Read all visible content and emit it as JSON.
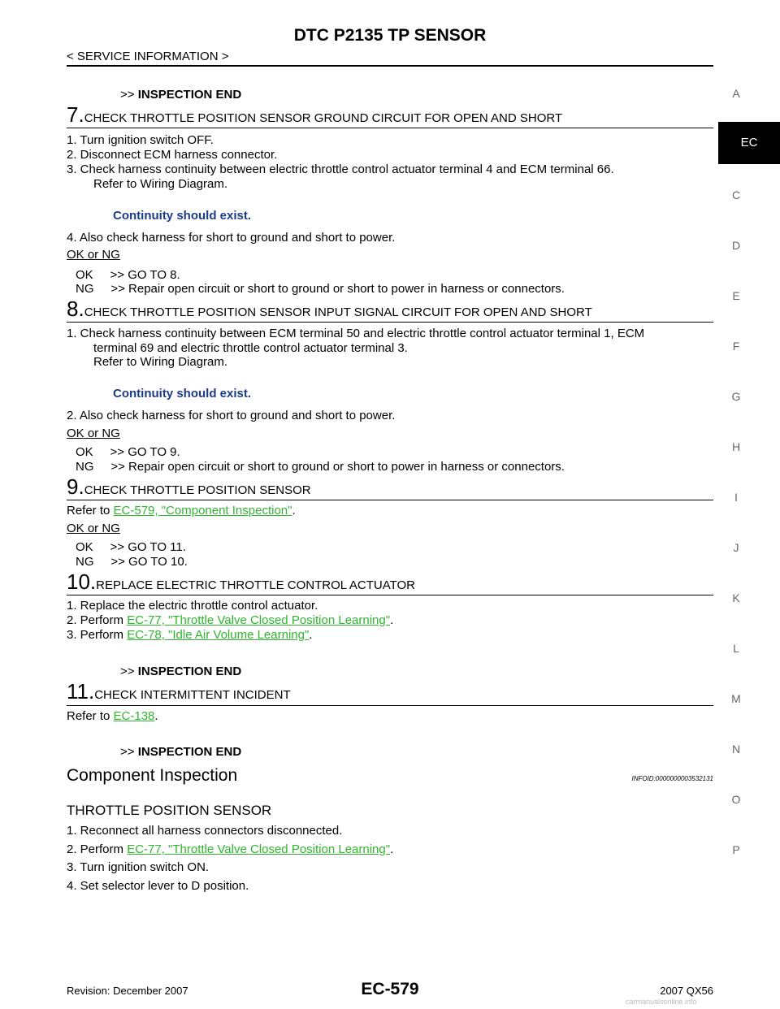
{
  "header": {
    "title": "DTC P2135 TP SENSOR",
    "subtitle": "< SERVICE INFORMATION >"
  },
  "side_tabs": [
    "A",
    "C",
    "D",
    "E",
    "F",
    "G",
    "H",
    "I",
    "J",
    "K",
    "L",
    "M",
    "N",
    "O",
    "P"
  ],
  "side_active": "EC",
  "inspection_end": {
    "prefix": ">>",
    "label": "INSPECTION END"
  },
  "step7": {
    "num": "7.",
    "title": "CHECK THROTTLE POSITION SENSOR GROUND CIRCUIT FOR OPEN AND SHORT",
    "l1": "1.  Turn ignition switch OFF.",
    "l2": "2.  Disconnect ECM harness connector.",
    "l3": "3.  Check harness continuity between electric throttle control actuator terminal 4 and ECM terminal 66.",
    "l3b": "Refer to Wiring Diagram.",
    "cont": "Continuity should exist.",
    "l4": "4.  Also check harness for short to ground and short to power.",
    "okng": "OK or NG",
    "ok": "OK     >> GO TO 8.",
    "ng": "NG     >> Repair open circuit or short to ground or short to power in harness or connectors."
  },
  "step8": {
    "num": "8.",
    "title": "CHECK THROTTLE POSITION SENSOR INPUT SIGNAL CIRCUIT FOR OPEN AND SHORT",
    "l1": "1.  Check harness continuity between ECM terminal 50 and electric throttle control actuator terminal 1, ECM",
    "l1b": "terminal 69 and electric throttle control actuator terminal 3.",
    "l1c": "Refer to Wiring Diagram.",
    "cont": "Continuity should exist.",
    "l2": "2.  Also check harness for short to ground and short to power.",
    "okng": "OK or NG",
    "ok": "OK     >> GO TO 9.",
    "ng": "NG     >> Repair open circuit or short to ground or short to power in harness or connectors."
  },
  "step9": {
    "num": "9.",
    "title": "CHECK THROTTLE POSITION SENSOR",
    "refer": "Refer to ",
    "link": "EC-579, \"Component Inspection\"",
    "dot": ".",
    "okng": "OK or NG",
    "ok": "OK     >> GO TO 11.",
    "ng": "NG     >> GO TO 10."
  },
  "step10": {
    "num": "10.",
    "title": "REPLACE ELECTRIC THROTTLE CONTROL ACTUATOR",
    "l1": "1.  Replace the electric throttle control actuator.",
    "l2": "2.  Perform ",
    "l2link": "EC-77, \"Throttle Valve Closed Position Learning\"",
    "l2dot": ".",
    "l3": "3.  Perform ",
    "l3link": "EC-78, \"Idle Air Volume Learning\"",
    "l3dot": "."
  },
  "step11": {
    "num": "11.",
    "title": "CHECK INTERMITTENT INCIDENT",
    "refer": "Refer to ",
    "link": "EC-138",
    "dot": "."
  },
  "component": {
    "title": "Component Inspection",
    "infoid": "INFOID:0000000003532131",
    "sub": "THROTTLE POSITION SENSOR",
    "l1": "1.  Reconnect all harness connectors disconnected.",
    "l2": "2.  Perform ",
    "l2link": "EC-77, \"Throttle Valve Closed Position Learning\"",
    "l2dot": ".",
    "l3": "3.  Turn ignition switch ON.",
    "l4": "4.  Set selector lever to D position."
  },
  "footer": {
    "revision": "Revision: December 2007",
    "page": "EC-579",
    "model": "2007 QX56",
    "watermark": "carmanualsonline.info"
  }
}
